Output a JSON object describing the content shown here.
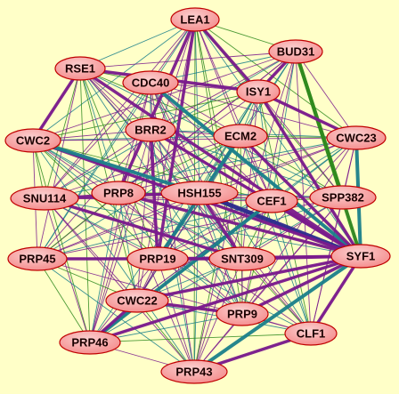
{
  "diagram": {
    "type": "protein-interaction-network",
    "background_color": "#ffffc8",
    "node_fill": "#f48a8a",
    "node_fill_light": "#fbd0d0",
    "node_stroke": "#c00000",
    "edge_colors": {
      "purple": "#7a1a8c",
      "teal": "#1a7f8a",
      "green": "#2f8a1e",
      "navy": "#2a2a8c"
    },
    "nodes": [
      {
        "id": "LEA1",
        "label": "LEA1"
      },
      {
        "id": "BUD31",
        "label": "BUD31"
      },
      {
        "id": "RSE1",
        "label": "RSE1"
      },
      {
        "id": "CDC40",
        "label": "CDC40"
      },
      {
        "id": "ISY1",
        "label": "ISY1"
      },
      {
        "id": "BRR2",
        "label": "BRR2"
      },
      {
        "id": "ECM2",
        "label": "ECM2"
      },
      {
        "id": "CWC23",
        "label": "CWC23"
      },
      {
        "id": "CWC2",
        "label": "CWC2"
      },
      {
        "id": "SNU114",
        "label": "SNU114"
      },
      {
        "id": "PRP8",
        "label": "PRP8"
      },
      {
        "id": "HSH155",
        "label": "HSH155"
      },
      {
        "id": "CEF1",
        "label": "CEF1"
      },
      {
        "id": "SPP382",
        "label": "SPP382"
      },
      {
        "id": "PRP45",
        "label": "PRP45"
      },
      {
        "id": "PRP19",
        "label": "PRP19"
      },
      {
        "id": "SNT309",
        "label": "SNT309"
      },
      {
        "id": "SYF1",
        "label": "SYF1"
      },
      {
        "id": "CWC22",
        "label": "CWC22"
      },
      {
        "id": "PRP9",
        "label": "PRP9"
      },
      {
        "id": "CLF1",
        "label": "CLF1"
      },
      {
        "id": "PRP46",
        "label": "PRP46"
      },
      {
        "id": "PRP43",
        "label": "PRP43"
      }
    ],
    "heavy_edges": [
      {
        "source": "BUD31",
        "target": "SYF1",
        "color": "green"
      },
      {
        "source": "BUD31",
        "target": "SPP382",
        "color": "green"
      },
      {
        "source": "CWC23",
        "target": "SYF1",
        "color": "teal"
      },
      {
        "source": "HSH155",
        "target": "SYF1",
        "color": "navy"
      },
      {
        "source": "CWC2",
        "target": "SYF1",
        "color": "purple"
      },
      {
        "source": "PRP8",
        "target": "SYF1",
        "color": "purple"
      },
      {
        "source": "SNU114",
        "target": "HSH155",
        "color": "purple"
      },
      {
        "source": "PRP45",
        "target": "PRP19",
        "color": "purple"
      },
      {
        "source": "PRP19",
        "target": "SYF1",
        "color": "purple"
      },
      {
        "source": "SNT309",
        "target": "SYF1",
        "color": "purple"
      },
      {
        "source": "CWC22",
        "target": "SYF1",
        "color": "purple"
      },
      {
        "source": "PRP9",
        "target": "SYF1",
        "color": "purple"
      },
      {
        "source": "PRP43",
        "target": "SYF1",
        "color": "teal"
      },
      {
        "source": "CLF1",
        "target": "SYF1",
        "color": "purple"
      },
      {
        "source": "LEA1",
        "target": "PRP8",
        "color": "purple"
      },
      {
        "source": "LEA1",
        "target": "PRP19",
        "color": "purple"
      },
      {
        "source": "RSE1",
        "target": "ISY1",
        "color": "purple"
      },
      {
        "source": "RSE1",
        "target": "SYF1",
        "color": "purple"
      },
      {
        "source": "RSE1",
        "target": "CWC2",
        "color": "purple"
      },
      {
        "source": "CDC40",
        "target": "SYF1",
        "color": "teal"
      },
      {
        "source": "ISY1",
        "target": "SYF1",
        "color": "purple"
      },
      {
        "source": "ISY1",
        "target": "CWC23",
        "color": "purple"
      },
      {
        "source": "BRR2",
        "target": "SYF1",
        "color": "purple"
      },
      {
        "source": "BRR2",
        "target": "PRP19",
        "color": "purple"
      },
      {
        "source": "ECM2",
        "target": "SYF1",
        "color": "purple"
      },
      {
        "source": "ECM2",
        "target": "PRP19",
        "color": "teal"
      },
      {
        "source": "CEF1",
        "target": "SYF1",
        "color": "purple"
      },
      {
        "source": "CEF1",
        "target": "PRP46",
        "color": "teal"
      },
      {
        "source": "PRP46",
        "target": "SYF1",
        "color": "purple"
      },
      {
        "source": "PRP46",
        "target": "CWC22",
        "color": "purple"
      },
      {
        "source": "CWC22",
        "target": "PRP9",
        "color": "purple"
      },
      {
        "source": "PRP19",
        "target": "SNT309",
        "color": "purple"
      },
      {
        "source": "HSH155",
        "target": "SNT309",
        "color": "purple"
      },
      {
        "source": "BUD31",
        "target": "ISY1",
        "color": "purple"
      },
      {
        "source": "LEA1",
        "target": "ISY1",
        "color": "purple"
      },
      {
        "source": "CWC2",
        "target": "HSH155",
        "color": "teal"
      },
      {
        "source": "SNU114",
        "target": "SNT309",
        "color": "purple"
      },
      {
        "source": "PRP43",
        "target": "CLF1",
        "color": "purple"
      }
    ]
  }
}
